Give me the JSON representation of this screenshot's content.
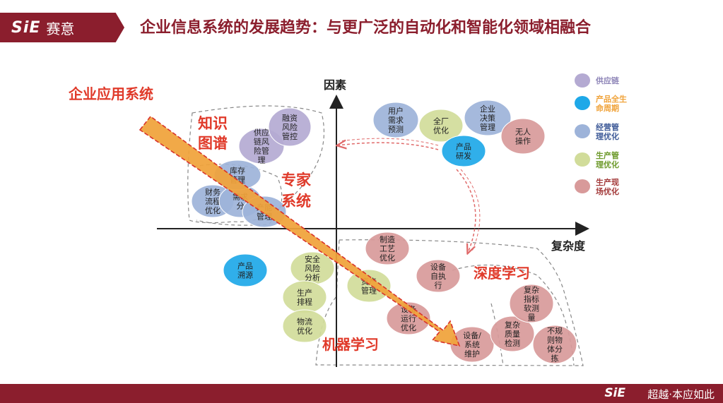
{
  "header": {
    "logo_mark": "SiE",
    "logo_word": "赛意",
    "title": "企业信息系统的发展趋势：与更广泛的自动化和智能化领域相融合"
  },
  "footer": {
    "logo_mark": "SiE",
    "slogan": "超越·本应如此"
  },
  "axes": {
    "y_label": "因素",
    "x_label": "复杂度"
  },
  "labels": {
    "enterprise_apps": "企业应用系统",
    "knowledge_graph": [
      "知识",
      "图谱"
    ],
    "expert_system": [
      "专家",
      "系统"
    ],
    "deep_learning": "深度学习",
    "machine_learning": "机器学习"
  },
  "colors": {
    "purple": "#b4aad2",
    "blue": "#1ea8e8",
    "slate": "#9db3d9",
    "green": "#d1dc9a",
    "rose": "#d89a9a",
    "arrow": "#f0a33a",
    "arrow_outline": "#d8332b",
    "brand": "#8b1e2d"
  },
  "legend": [
    {
      "label": [
        "供应链"
      ],
      "color": "#b4aad2",
      "text_color": "#8f86b8"
    },
    {
      "label": [
        "产品全生",
        "命周期"
      ],
      "color": "#1ea8e8",
      "text_color": "#f0a33a"
    },
    {
      "label": [
        "经营管",
        "理优化"
      ],
      "color": "#9db3d9",
      "text_color": "#3e5a98"
    },
    {
      "label": [
        "生产管",
        "理优化"
      ],
      "color": "#d1dc9a",
      "text_color": "#6e9a2c"
    },
    {
      "label": [
        "生产现",
        "场优化"
      ],
      "color": "#d89a9a",
      "text_color": "#a33a3a"
    }
  ],
  "bubbles": [
    {
      "name": "finance-flow",
      "lines": [
        "财务",
        "流程",
        "优化"
      ],
      "color": "#9db3d9"
    },
    {
      "name": "demand-analysis",
      "lines": [
        "需求",
        "分"
      ],
      "color": "#9db3d9"
    },
    {
      "name": "inventory-management",
      "lines": [
        "库存",
        "管理"
      ],
      "color": "#9db3d9"
    },
    {
      "name": "supply-chain-risk",
      "lines": [
        "供应",
        "链风",
        "险管",
        "理"
      ],
      "color": "#b4aad2"
    },
    {
      "name": "financing-risk",
      "lines": [
        "融资",
        "风险",
        "管控"
      ],
      "color": "#b4aad2"
    },
    {
      "name": "capacity-management",
      "lines": [
        "产能",
        "管理"
      ],
      "color": "#9db3d9"
    },
    {
      "name": "user-demand-forecast",
      "lines": [
        "用户",
        "需求",
        "预测"
      ],
      "color": "#9db3d9"
    },
    {
      "name": "plant-optimization",
      "lines": [
        "全厂",
        "优化"
      ],
      "color": "#d1dc9a"
    },
    {
      "name": "enterprise-decision",
      "lines": [
        "企业",
        "决策",
        "管理"
      ],
      "color": "#9db3d9"
    },
    {
      "name": "product-rnd",
      "lines": [
        "产品",
        "研发"
      ],
      "color": "#1ea8e8"
    },
    {
      "name": "unmanned-operation",
      "lines": [
        "无人",
        "操作"
      ],
      "color": "#d89a9a"
    },
    {
      "name": "product-traceability",
      "lines": [
        "产品",
        "溯源"
      ],
      "color": "#1ea8e8"
    },
    {
      "name": "safety-risk-analysis",
      "lines": [
        "安全",
        "风险",
        "分析"
      ],
      "color": "#d1dc9a"
    },
    {
      "name": "production-scheduling",
      "lines": [
        "生产",
        "排程"
      ],
      "color": "#d1dc9a"
    },
    {
      "name": "logistics-optimization",
      "lines": [
        "物流",
        "优化"
      ],
      "color": "#d1dc9a"
    },
    {
      "name": "process-optimization",
      "lines": [
        "制造",
        "工艺",
        "优化"
      ],
      "color": "#d89a9a"
    },
    {
      "name": "asset-management",
      "lines": [
        "资产",
        "管理"
      ],
      "color": "#d1dc9a"
    },
    {
      "name": "equipment-operation",
      "lines": [
        "设备",
        "运行",
        "优化"
      ],
      "color": "#d89a9a"
    },
    {
      "name": "equipment-self-execution",
      "lines": [
        "设备",
        "自执",
        "行"
      ],
      "color": "#d89a9a"
    },
    {
      "name": "equipment-maintenance",
      "lines": [
        "设备/",
        "系统",
        "维护"
      ],
      "color": "#d89a9a"
    },
    {
      "name": "complex-quality-inspection",
      "lines": [
        "复杂",
        "质量",
        "检测"
      ],
      "color": "#d89a9a"
    },
    {
      "name": "complex-indicator-measurement",
      "lines": [
        "复杂",
        "指标",
        "软测",
        "量"
      ],
      "color": "#d89a9a"
    },
    {
      "name": "irregular-sorting",
      "lines": [
        "不规",
        "则物",
        "体分",
        "拣"
      ],
      "color": "#d89a9a"
    }
  ]
}
